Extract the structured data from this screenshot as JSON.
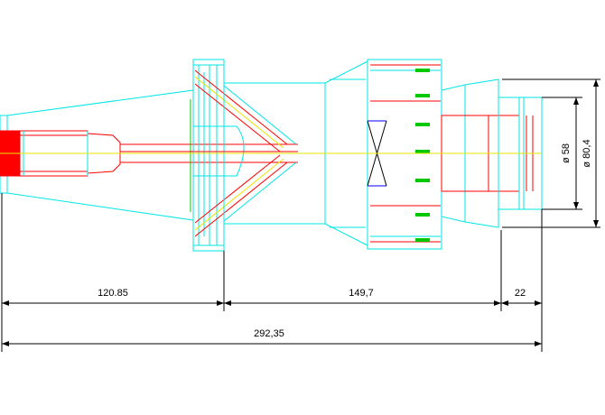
{
  "colors": {
    "outline": "#00e6e6",
    "cutting_edge": "#ff0000",
    "centerline": "#e6e600",
    "coolant": "#00c800",
    "detail": "#0000ff",
    "dimension": "#000000"
  },
  "dimensions": {
    "length_taper": "120.85",
    "length_body": "149,7",
    "length_end": "22",
    "length_total": "292,35",
    "diameter_inner": "ø 58",
    "diameter_outer": "ø 80,4"
  }
}
